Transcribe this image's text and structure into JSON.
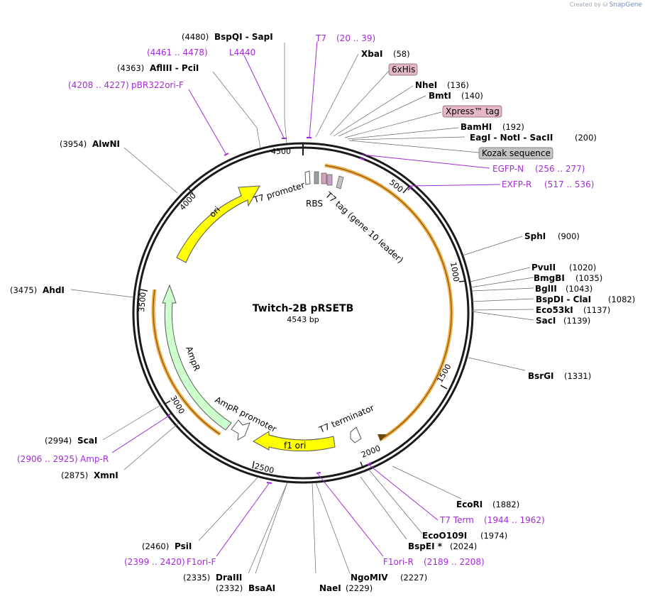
{
  "credit": {
    "prefix": "Created by",
    "brand": "SnapGene"
  },
  "plasmid": {
    "name": "Twitch-2B pRSETB",
    "length_label": "4543 bp",
    "length_bp": 4543
  },
  "ticks": [
    "500",
    "1000",
    "1500",
    "2000",
    "2500",
    "3000",
    "3500",
    "4000",
    "4500"
  ],
  "enzymes": [
    {
      "name": "BspQI  - SapI",
      "pos": "(4480)"
    },
    {
      "name": "AflIII  - PciI",
      "pos": "(4363)"
    },
    {
      "name": "AlwNI",
      "pos": "(3954)"
    },
    {
      "name": "AhdI",
      "pos": "(3475)"
    },
    {
      "name": "ScaI",
      "pos": "(2994)"
    },
    {
      "name": "XmnI",
      "pos": "(2875)"
    },
    {
      "name": "PsiI",
      "pos": "(2460)"
    },
    {
      "name": "DraIII",
      "pos": "(2335)"
    },
    {
      "name": "BsaAI",
      "pos": "(2332)"
    },
    {
      "name": "NaeI",
      "pos": "(2229)"
    },
    {
      "name": "NgoMIV",
      "pos": "(2227)"
    },
    {
      "name": "BspEI *",
      "pos": "(2024)"
    },
    {
      "name": "EcoO109I",
      "pos": "(1974)"
    },
    {
      "name": "EcoRI",
      "pos": "(1882)"
    },
    {
      "name": "BsrGI",
      "pos": "(1331)"
    },
    {
      "name": "SacI",
      "pos": "(1139)"
    },
    {
      "name": "Eco53kI",
      "pos": "(1137)"
    },
    {
      "name": "BspDI  - ClaI",
      "pos": "(1082)"
    },
    {
      "name": "BglII",
      "pos": "(1043)"
    },
    {
      "name": "BmgBI",
      "pos": "(1035)"
    },
    {
      "name": "PvuII",
      "pos": "(1020)"
    },
    {
      "name": "SphI",
      "pos": "(900)"
    },
    {
      "name": "EagI  - NotI  - SacII",
      "pos": "(200)"
    },
    {
      "name": "BamHI",
      "pos": "(192)"
    },
    {
      "name": "BmtI",
      "pos": "(140)"
    },
    {
      "name": "NheI",
      "pos": "(136)"
    },
    {
      "name": "XbaI",
      "pos": "(58)"
    }
  ],
  "primers": [
    {
      "name": "T7",
      "range": "(20 .. 39)"
    },
    {
      "name": "L4440",
      "range": "(4461 .. 4478)"
    },
    {
      "name": "pBR322ori-F",
      "range": "(4208 .. 4227)"
    },
    {
      "name": "EGFP-N",
      "range": "(256 .. 277)"
    },
    {
      "name": "EXFP-R",
      "range": "(517 .. 536)"
    },
    {
      "name": "Amp-R",
      "range": "(2906 .. 2925)"
    },
    {
      "name": "F1ori-F",
      "range": "(2399 .. 2420)"
    },
    {
      "name": "F1ori-R",
      "range": "(2189 .. 2208)"
    },
    {
      "name": "T7 Term",
      "range": "(1944 .. 1962)"
    }
  ],
  "boxes": [
    {
      "label": "6xHis",
      "color": "#e4b7c7"
    },
    {
      "label": "Xpress™ tag",
      "color": "#e4b7c7"
    },
    {
      "label": "Kozak sequence",
      "color": "#c2c2c2"
    }
  ],
  "features": [
    {
      "label": "T7 promoter"
    },
    {
      "label": "RBS"
    },
    {
      "label": "T7 tag (gene 10 leader)"
    },
    {
      "label": "ori"
    },
    {
      "label": "AmpR"
    },
    {
      "label": "AmpR promoter"
    },
    {
      "label": "f1 ori"
    },
    {
      "label": "T7 terminator"
    }
  ],
  "colors": {
    "ori": "#ffff00",
    "ampr": "#ccffcc",
    "orange": "#f2a93b",
    "primer": "#a42bd6"
  }
}
